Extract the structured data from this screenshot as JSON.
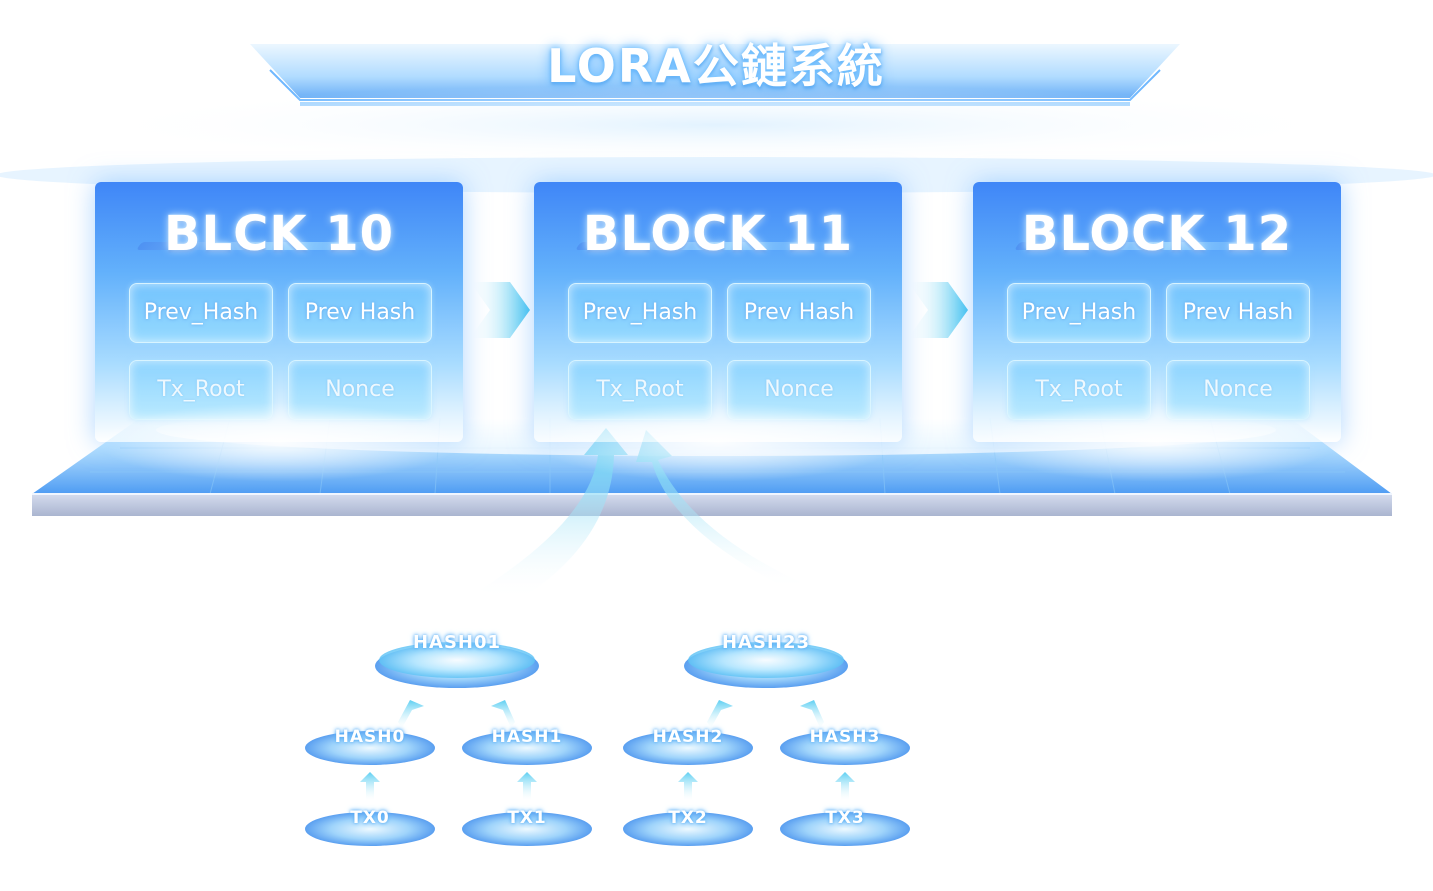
{
  "title": "LORA公鏈系統",
  "blocks": [
    {
      "title": "BLCK 10",
      "fields": [
        "Prev_Hash",
        "Prev Hash",
        "Tx_Root",
        "Nonce"
      ]
    },
    {
      "title": "BLOCK 11",
      "fields": [
        "Prev_Hash",
        "Prev Hash",
        "Tx_Root",
        "Nonce"
      ]
    },
    {
      "title": "BLOCK 12",
      "fields": [
        "Prev_Hash",
        "Prev Hash",
        "Tx_Root",
        "Nonce"
      ]
    }
  ],
  "merkle": {
    "roots": [
      "HASH01",
      "HASH23"
    ],
    "hashes": [
      "HASH0",
      "HASH1",
      "HASH2",
      "HASH3"
    ],
    "txs": [
      "TX0",
      "TX1",
      "TX2",
      "TX3"
    ]
  },
  "colors": {
    "primary": "#3f86f7",
    "accent": "#5fd7f3",
    "light": "#a9dcff",
    "platform_edge": "#b9c3dc"
  }
}
